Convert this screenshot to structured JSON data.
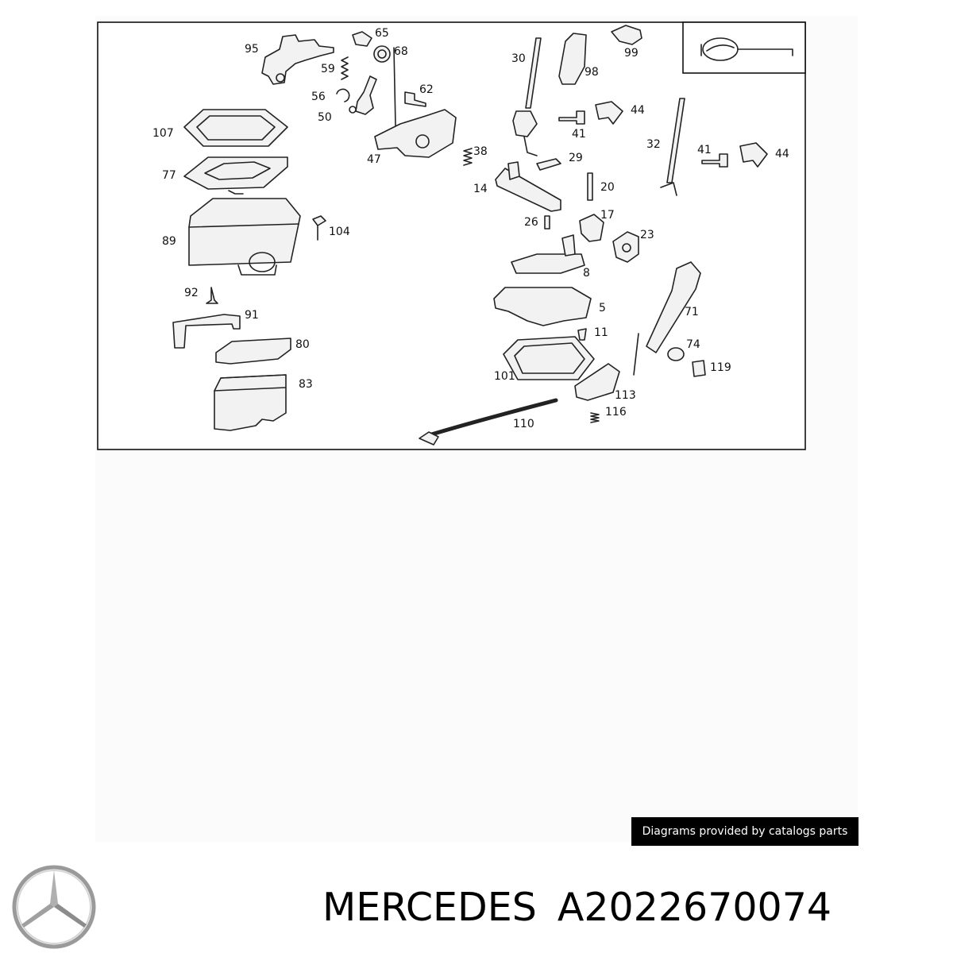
{
  "diagram": {
    "callouts": [
      "95",
      "65",
      "68",
      "59",
      "62",
      "56",
      "50",
      "47",
      "107",
      "77",
      "89",
      "104",
      "92",
      "91",
      "80",
      "83",
      "30",
      "99",
      "98",
      "44",
      "41",
      "32",
      "41",
      "44",
      "38",
      "29",
      "14",
      "20",
      "26",
      "17",
      "23",
      "8",
      "5",
      "71",
      "11",
      "74",
      "119",
      "101",
      "113",
      "116",
      "110"
    ]
  },
  "credit_badge": {
    "text": "Diagrams provided by catalogs parts"
  },
  "product": {
    "brand": "MERCEDES",
    "part_number": "A2022670074"
  },
  "icons": {
    "logo": "mercedes-star-icon",
    "inset_symbol": "selector-knob-icon"
  },
  "colors": {
    "background": "#ffffff",
    "panel": "#fbfbfb",
    "badge": "#000000",
    "text": "#000000"
  }
}
